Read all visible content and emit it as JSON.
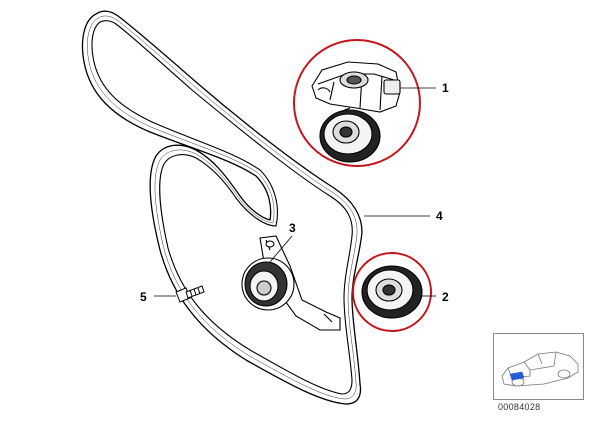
{
  "diagram": {
    "callouts": [
      {
        "id": "1",
        "label": "1"
      },
      {
        "id": "2",
        "label": "2"
      },
      {
        "id": "3",
        "label": "3"
      },
      {
        "id": "4",
        "label": "4"
      },
      {
        "id": "5",
        "label": "5"
      }
    ],
    "highlight_color": "#c4161c",
    "line_color": "#000000",
    "thumbnail": {
      "icon": "car-thumbnail-icon",
      "catalog_id": "00084028"
    }
  }
}
